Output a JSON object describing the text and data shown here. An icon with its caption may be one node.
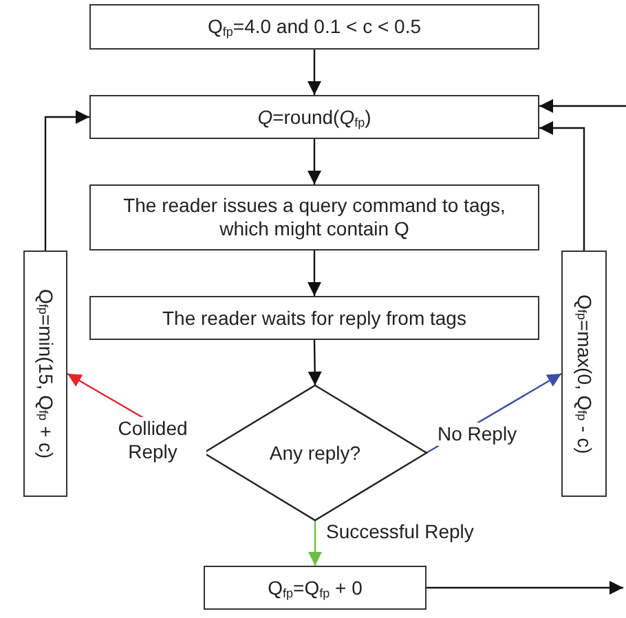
{
  "diagram": {
    "nodes": [
      {
        "text": [
          "Q$_{fp}$=4.0 and 0.1 < c < 0.5"
        ]
      },
      {
        "text": [
          "*Q*=round(*Q*$_{fp}$)"
        ]
      },
      {
        "text": [
          "The reader issues a query command to tags, which might contain Q"
        ]
      },
      {
        "text": [
          "The reader waits for reply from tags"
        ]
      },
      {
        "text": [
          "Any reply?"
        ]
      },
      {
        "text": [
          "Q$_{fp}$=min(15, Q$_{fp}$ + c)"
        ]
      },
      {
        "text": [
          "Q$_{fp}$=max(0, Q$_{fp}$ - c)"
        ]
      },
      {
        "text": [
          "Q$_{fp}$=Q$_{fp}$ + 0"
        ]
      }
    ],
    "edges": [
      {
        "from": 0,
        "to": 1,
        "arrow": "to"
      },
      {
        "from": 1,
        "to": 2,
        "arrow": "to"
      },
      {
        "from": 2,
        "to": 3,
        "arrow": "to"
      },
      {
        "from": 3,
        "to": 4,
        "arrow": "to"
      },
      {
        "from": 4,
        "to": 5,
        "arrow": "to",
        "label": "Collided Reply",
        "color": "#e8232a"
      },
      {
        "from": 4,
        "to": 6,
        "arrow": "to",
        "label": "No Reply",
        "color": "#3a4fa8"
      },
      {
        "from": 4,
        "to": 7,
        "arrow": "to",
        "label": "Successful Reply",
        "color": "#6abf40"
      },
      {
        "from": 5,
        "to": 1,
        "arrow": "to"
      },
      {
        "from": 6,
        "to": 1,
        "arrow": "to"
      },
      {
        "from": 7,
        "to": null,
        "arrow": "to"
      },
      {
        "from": null,
        "to": 1,
        "arrow": "to"
      }
    ]
  }
}
